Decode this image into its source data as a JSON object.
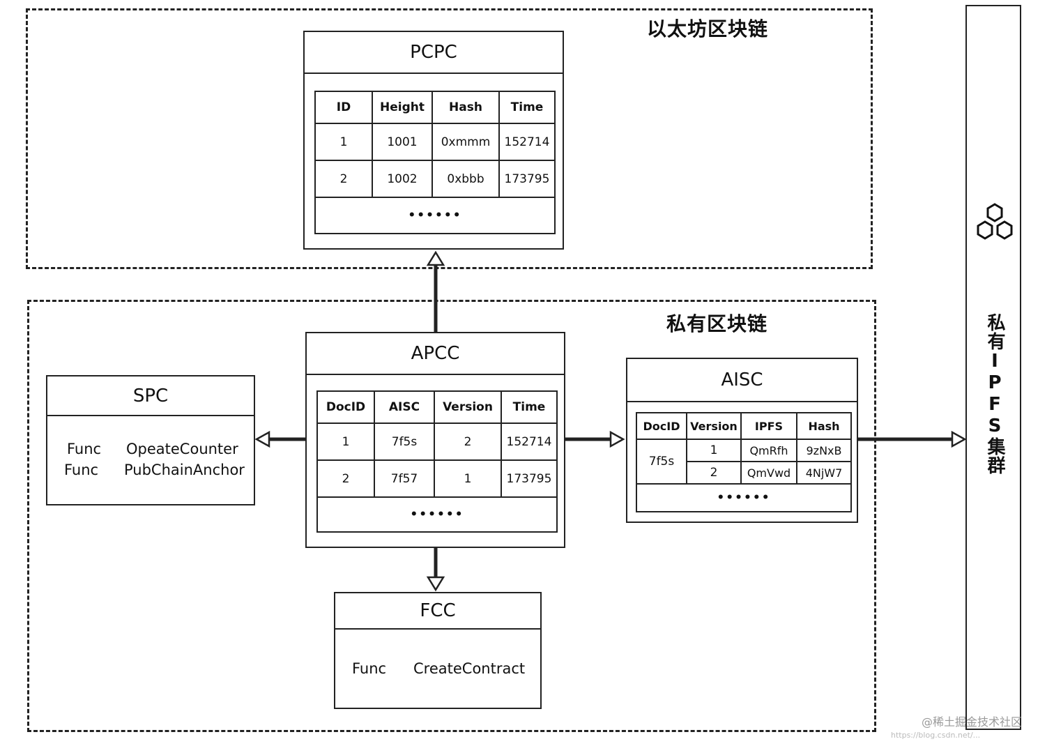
{
  "zones": {
    "public_title": "以太坊区块链",
    "private_title": "私有区块链"
  },
  "pcpc": {
    "title": "PCPC",
    "headers": [
      "ID",
      "Height",
      "Hash",
      "Time"
    ],
    "rows": [
      [
        "1",
        "1001",
        "0xmmm",
        "152714"
      ],
      [
        "2",
        "1002",
        "0xbbb",
        "173795"
      ]
    ],
    "more": "••••••"
  },
  "apcc": {
    "title": "APCC",
    "headers": [
      "DocID",
      "AISC",
      "Version",
      "Time"
    ],
    "rows": [
      [
        "1",
        "7f5s",
        "2",
        "152714"
      ],
      [
        "2",
        "7f57",
        "1",
        "173795"
      ]
    ],
    "more": "••••••"
  },
  "spc": {
    "title": "SPC",
    "funcs": [
      {
        "label": "Func",
        "name": "OpeateCounter"
      },
      {
        "label": "Func",
        "name": "PubChainAnchor"
      }
    ]
  },
  "aisc": {
    "title": "AISC",
    "headers": [
      "DocID",
      "Version",
      "IPFS",
      "Hash"
    ],
    "doc_id": "7f5s",
    "rows": [
      [
        "1",
        "QmRfh",
        "9zNxB"
      ],
      [
        "2",
        "QmVwd",
        "4NjW7"
      ]
    ],
    "more": "••••••"
  },
  "fcc": {
    "title": "FCC",
    "func_label": "Func",
    "func_name": "CreateContract"
  },
  "ipfs": {
    "label": "私有IPFS集群",
    "icon": "hexagon-cluster-icon"
  },
  "watermark": {
    "text": "@稀土掘金技术社区",
    "url": "https://blog.csdn.net/..."
  }
}
